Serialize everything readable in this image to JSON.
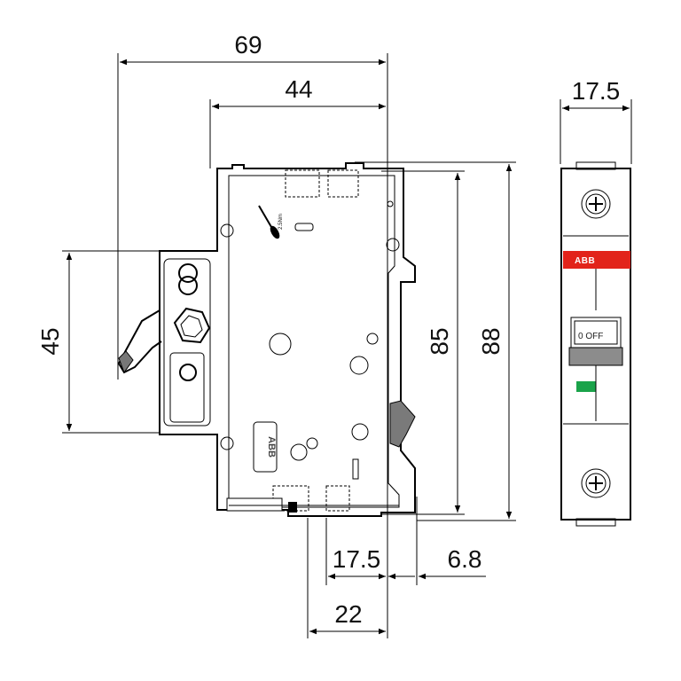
{
  "dimensions": {
    "total_depth": "69",
    "depth_front": "44",
    "width": "17.5",
    "handle_height": "45",
    "height_inner": "85",
    "height_total": "88",
    "rail_width": "17.5",
    "rail_offset": "6.8",
    "base_width": "22"
  },
  "labels": {
    "torque": "2.5Nm",
    "brand": "ABB",
    "switch_text": "0 OFF"
  },
  "colors": {
    "brand_red": "#e2231a",
    "indicator_green": "#1aa34a",
    "switch_gray": "#8c8c8c"
  }
}
